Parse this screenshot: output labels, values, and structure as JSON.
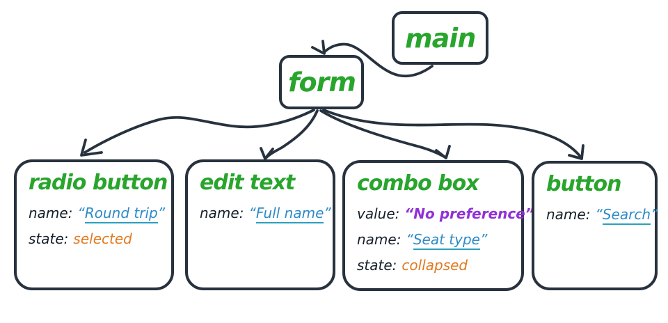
{
  "diagram": {
    "root": {
      "label": "main"
    },
    "form": {
      "label": "form"
    },
    "nodes": [
      {
        "id": "radio-button",
        "title": "radio button",
        "props": [
          {
            "key": "name:",
            "value": "Round trip",
            "kind": "name"
          },
          {
            "key": "state:",
            "value": "selected",
            "kind": "state"
          }
        ]
      },
      {
        "id": "edit-text",
        "title": "edit text",
        "props": [
          {
            "key": "name:",
            "value": "Full name",
            "kind": "name"
          }
        ]
      },
      {
        "id": "combo-box",
        "title": "combo box",
        "props": [
          {
            "key": "value:",
            "value": "No preference",
            "kind": "value"
          },
          {
            "key": "name:",
            "value": "Seat type",
            "kind": "name"
          },
          {
            "key": "state:",
            "value": "collapsed",
            "kind": "state"
          }
        ]
      },
      {
        "id": "button",
        "title": "button",
        "props": [
          {
            "key": "name:",
            "value": "Search",
            "kind": "name"
          }
        ]
      }
    ]
  },
  "punctuation": {
    "open_quote": "“",
    "close_quote": "”"
  },
  "colors": {
    "ink": "#27323e",
    "label": "#161f29",
    "green": "#28a52c",
    "blue": "#2e8bc8",
    "underline": "#2b9fbe",
    "orange": "#e2791f",
    "purple": "#9031d8",
    "background": "#ffffff"
  }
}
